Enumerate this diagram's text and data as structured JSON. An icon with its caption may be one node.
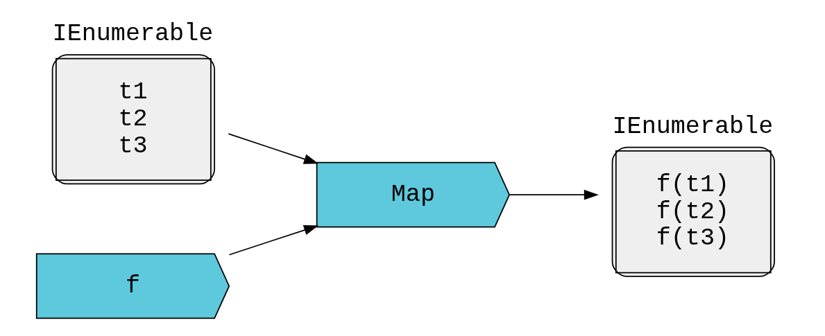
{
  "diagram": {
    "nodes": [
      {
        "text": [
          "IEnumerable",
          "t1",
          "t2",
          "t3"
        ]
      },
      {
        "text": [
          "f"
        ]
      },
      {
        "text": [
          "Map"
        ]
      },
      {
        "text": [
          "IEnumerable",
          "f(t1)",
          "f(t2)",
          "f(t3)"
        ]
      }
    ],
    "edges": [
      {
        "from": 0,
        "to": 2,
        "arrow": "to"
      },
      {
        "from": 1,
        "to": 2,
        "arrow": "to"
      },
      {
        "from": 2,
        "to": 3,
        "arrow": "to"
      }
    ]
  }
}
